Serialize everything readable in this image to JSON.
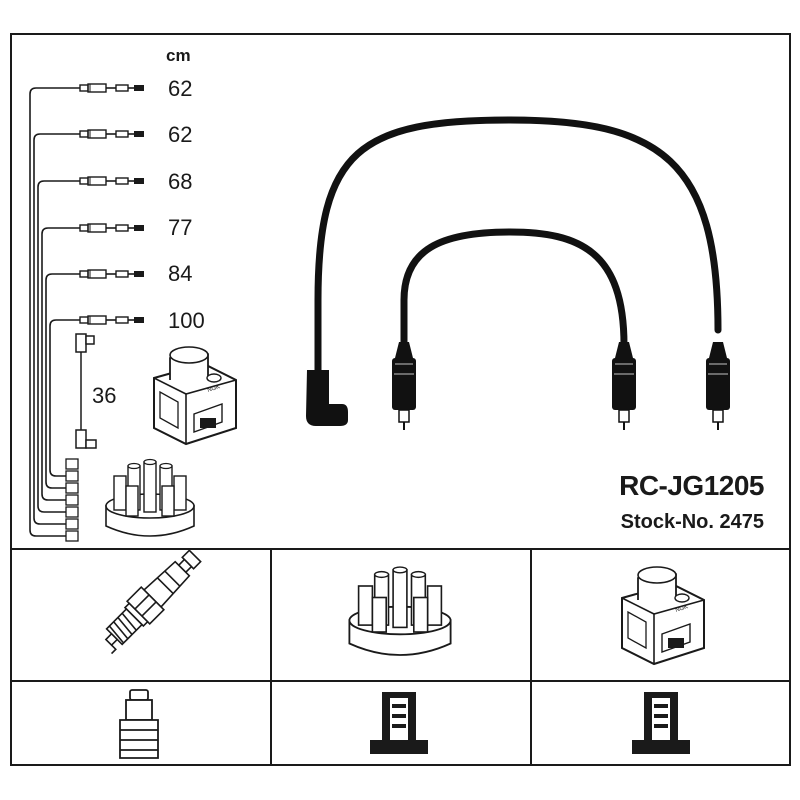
{
  "unit_label": "cm",
  "lengths": [
    "62",
    "62",
    "68",
    "77",
    "84",
    "100"
  ],
  "coil_lead_length": "36",
  "product": {
    "part_number": "RC-JG1205",
    "stock_number": "Stock-No. 2475"
  },
  "colors": {
    "ink": "#1a1a1a",
    "cable": "#111111",
    "background": "#ffffff"
  }
}
